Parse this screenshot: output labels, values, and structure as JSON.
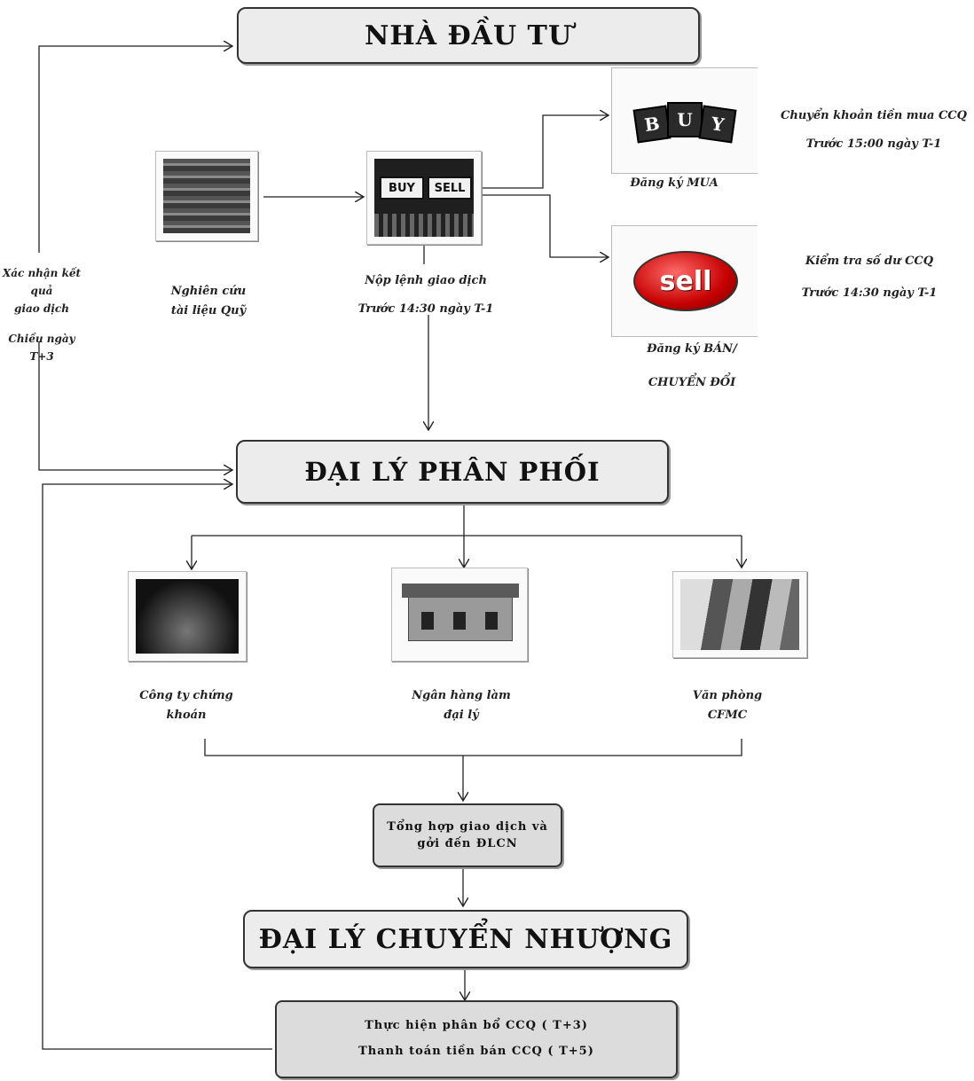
{
  "headers": {
    "investor": "NHÀ ĐẦU TƯ",
    "distributor": "ĐẠI LÝ PHÂN PHỐI",
    "transfer_agent": "ĐẠI LÝ CHUYỂN NHƯỢNG"
  },
  "left": {
    "confirm_line1": "Xác nhận kết quả",
    "confirm_line2": "giao dịch",
    "confirm_line3": "Chiều  ngày T+3"
  },
  "research": {
    "line1": "Nghiên cứu",
    "line2": "tài liệu Quỹ"
  },
  "order": {
    "line1": "Nộp lệnh giao dịch",
    "line2": "Trước 14:30 ngày T-1",
    "buy_sign": "BUY",
    "sell_sign": "SELL"
  },
  "buy": {
    "caption": "Đăng ký MUA",
    "note_line1": "Chuyển khoản tiền mua CCQ",
    "note_line2": "Trước 15:00 ngày T-1",
    "cube_letters": [
      "B",
      "U",
      "Y"
    ]
  },
  "sell": {
    "caption_line1": "Đăng ký BÁN/",
    "caption_line2": "CHUYỂN ĐỔI",
    "note_line1": "Kiểm tra số dư CCQ",
    "note_line2": "Trước 14:30 ngày T-1",
    "button_text": "sell"
  },
  "channels": [
    {
      "line1": "Công ty chứng",
      "line2": "khoán"
    },
    {
      "line1": "Ngân hàng làm",
      "line2": "đại lý"
    },
    {
      "line1": "Văn phòng",
      "line2": "CFMC"
    }
  ],
  "summary": {
    "line1": "Tổng hợp giao dịch và",
    "line2": "gởi đến ĐLCN"
  },
  "allocation": {
    "line1": "Thực hiện phân bổ CCQ ( T+3)",
    "line2": "Thanh toán tiền bán CCQ ( T+5)"
  },
  "colors": {
    "line": "#222222",
    "header_bg": "#ececec",
    "box_bg": "#dcdcdc"
  }
}
